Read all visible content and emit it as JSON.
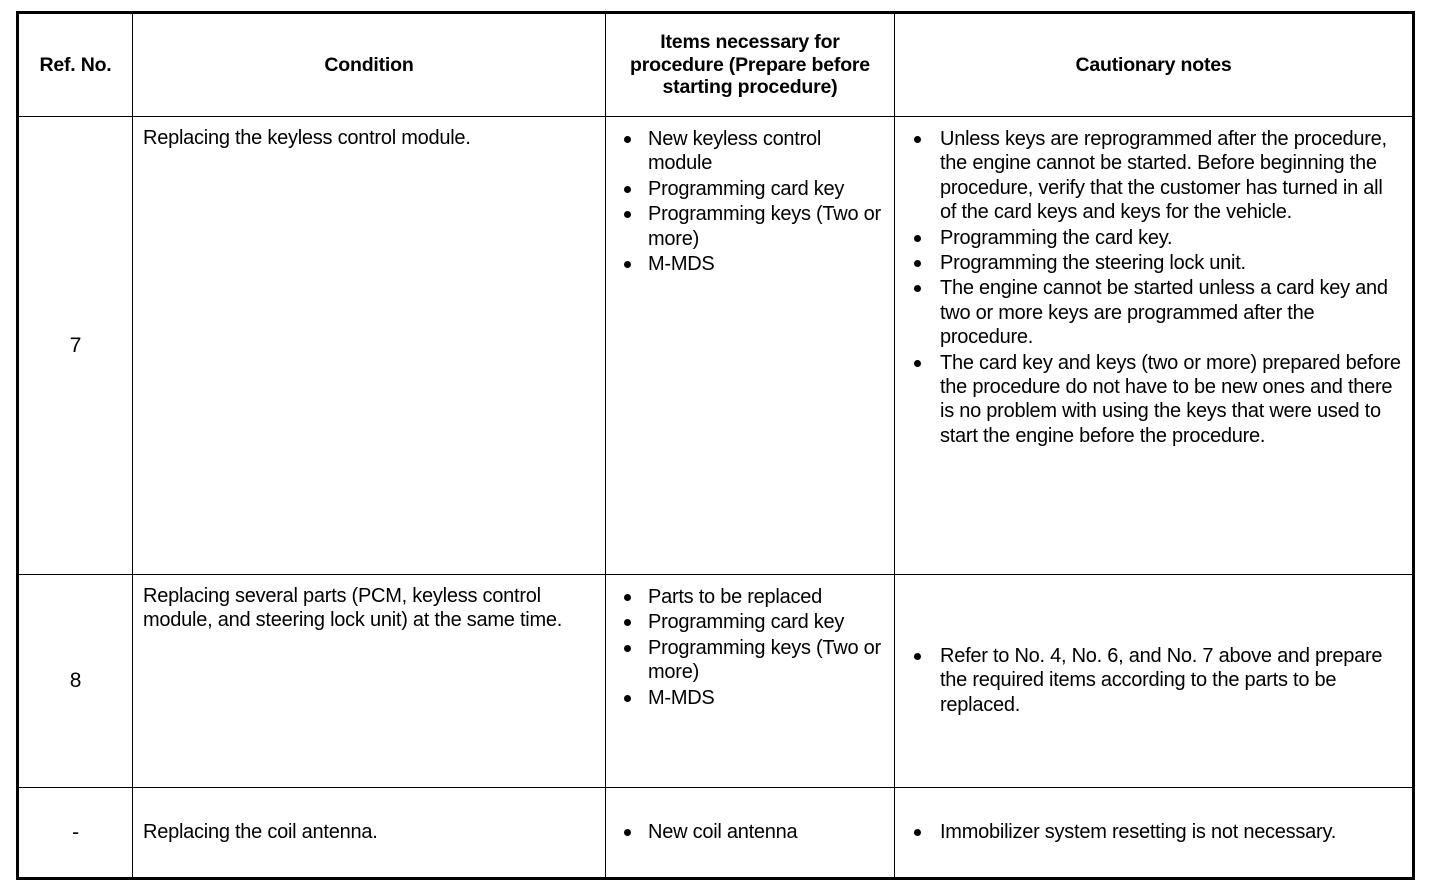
{
  "table": {
    "headers": [
      "Ref. No.",
      "Condition",
      "Items necessary for procedure (Prepare before starting procedure)",
      "Cautionary notes"
    ],
    "rows": [
      {
        "ref": "7",
        "condition": "Replacing the keyless control module.",
        "items": [
          "New keyless control module",
          "Programming card key",
          "Programming keys (Two or more)",
          "M-MDS"
        ],
        "notes": [
          "Unless keys are reprogrammed after the procedure, the engine cannot be started. Before beginning the procedure, verify that the customer has turned in all of the card keys and keys for the vehicle.",
          "Programming the card key.",
          "Programming the steering lock unit.",
          "The engine cannot be started unless a card key and two or more keys are programmed after the procedure.",
          "The card key and keys (two or more) prepared before the procedure do not have to be new ones and there is no problem with using the keys that were used to start the engine before the procedure."
        ]
      },
      {
        "ref": "8",
        "condition": "Replacing several parts (PCM, keyless control module, and steering lock unit) at the same time.",
        "items": [
          "Parts to be replaced",
          "Programming card key",
          "Programming keys (Two or more)",
          "M-MDS"
        ],
        "notes": [
          "Refer to No. 4, No. 6, and No. 7 above and prepare the required items according to the parts to be replaced."
        ]
      },
      {
        "ref": "-",
        "condition": "Replacing the coil antenna.",
        "items": [
          "New coil antenna"
        ],
        "notes": [
          "Immobilizer system resetting is not necessary."
        ]
      }
    ]
  },
  "colors": {
    "text": "#000000",
    "background": "#ffffff",
    "rule": "#000000"
  }
}
